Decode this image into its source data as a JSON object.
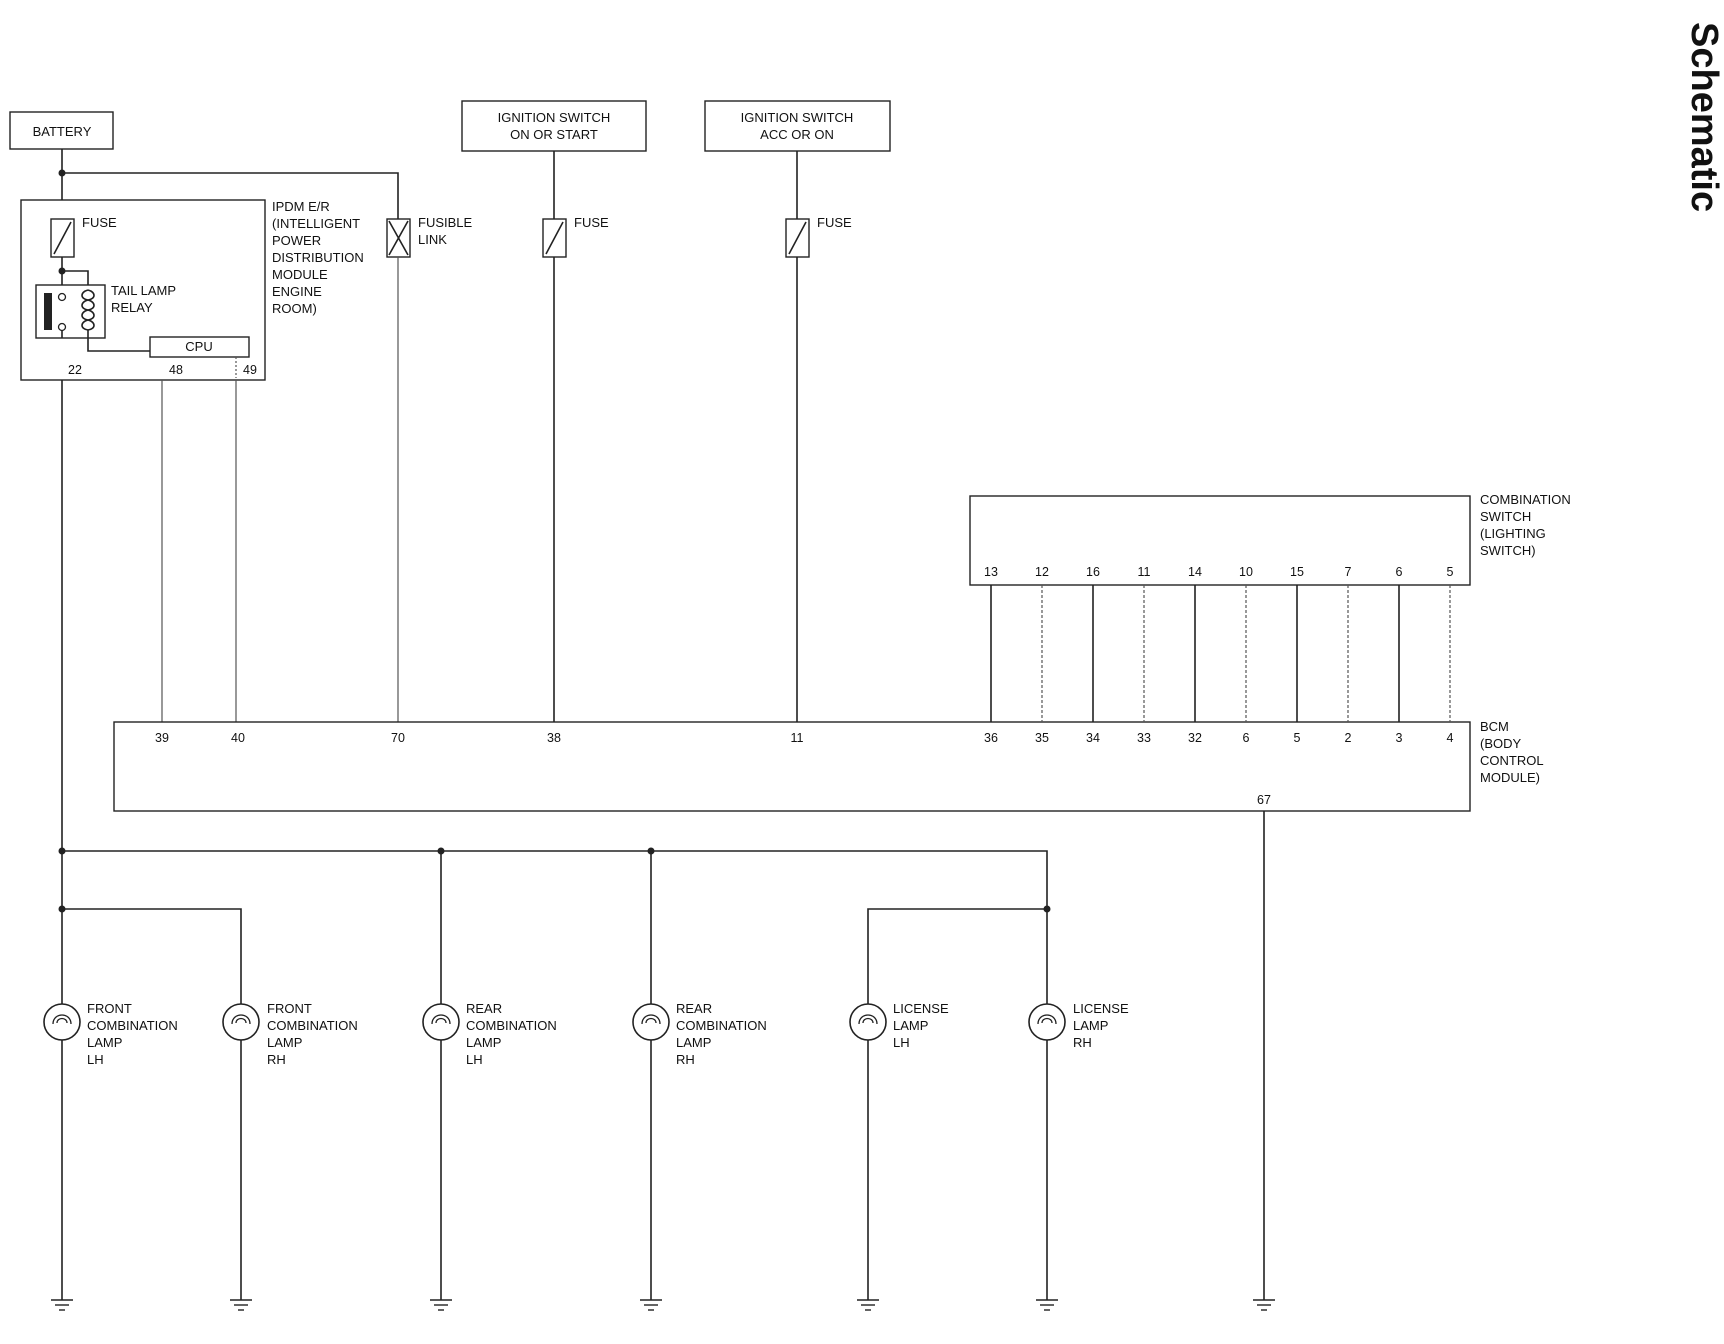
{
  "page": {
    "title": "Schematic"
  },
  "sources": {
    "battery": "BATTERY",
    "ign_start": [
      "IGNITION SWITCH",
      "ON OR START"
    ],
    "ign_acc": [
      "IGNITION SWITCH",
      "ACC OR ON"
    ]
  },
  "ipdm": {
    "label": [
      "IPDM E/R",
      "(INTELLIGENT",
      "POWER",
      "DISTRIBUTION",
      "MODULE",
      "ENGINE",
      "ROOM)"
    ],
    "fuse_label": "FUSE",
    "relay_label": [
      "TAIL LAMP",
      "RELAY"
    ],
    "cpu_label": "CPU",
    "pins": [
      "22",
      "48",
      "49"
    ]
  },
  "fusible_link": [
    "FUSIBLE",
    "LINK"
  ],
  "fuses": [
    "FUSE",
    "FUSE"
  ],
  "combination_switch": {
    "label": [
      "COMBINATION",
      "SWITCH",
      "(LIGHTING",
      "SWITCH)"
    ],
    "pins": [
      "13",
      "12",
      "16",
      "11",
      "14",
      "10",
      "15",
      "7",
      "6",
      "5"
    ]
  },
  "bcm": {
    "label": [
      "BCM",
      "(BODY",
      "CONTROL",
      "MODULE)"
    ],
    "left_pins": [
      "39",
      "40",
      "70",
      "38",
      "11"
    ],
    "switch_pins": [
      "36",
      "35",
      "34",
      "33",
      "32",
      "6",
      "5",
      "2",
      "3",
      "4"
    ],
    "ground_pin": "67"
  },
  "lamps": [
    [
      "FRONT",
      "COMBINATION",
      "LAMP",
      "LH"
    ],
    [
      "FRONT",
      "COMBINATION",
      "LAMP",
      "RH"
    ],
    [
      "REAR",
      "COMBINATION",
      "LAMP",
      "LH"
    ],
    [
      "REAR",
      "COMBINATION",
      "LAMP",
      "RH"
    ],
    [
      "LICENSE",
      "LAMP",
      "LH"
    ],
    [
      "LICENSE",
      "LAMP",
      "RH"
    ]
  ]
}
